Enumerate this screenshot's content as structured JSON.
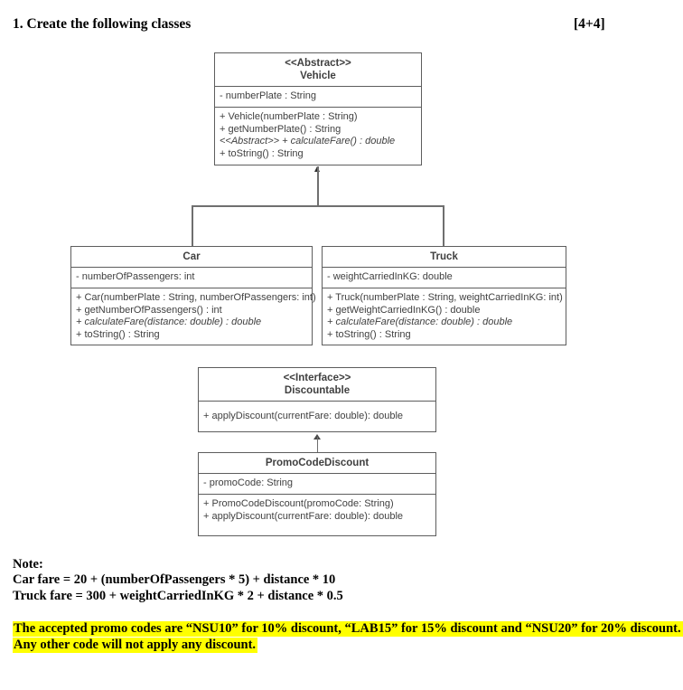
{
  "page": {
    "title": "1. Create the following classes",
    "marks": "[4+4]"
  },
  "diagram": {
    "vehicle": {
      "stereotype": "<<Abstract>>",
      "name": "Vehicle",
      "attributes": [
        "- numberPlate : String"
      ],
      "methods": [
        "+ Vehicle(numberPlate : String)",
        "+ getNumberPlate() : String",
        "<<Abstract>> + calculateFare() : double",
        "+ toString() : String"
      ]
    },
    "car": {
      "name": "Car",
      "attributes": [
        "- numberOfPassengers: int"
      ],
      "methods": [
        "+ Car(numberPlate : String, numberOfPassengers: int)",
        "+ getNumberOfPassengers() : int",
        "+ calculateFare(distance: double) : double",
        "+ toString() : String"
      ]
    },
    "truck": {
      "name": "Truck",
      "attributes": [
        "- weightCarriedInKG: double"
      ],
      "methods": [
        "+ Truck(numberPlate : String, weightCarriedInKG: int)",
        "+ getWeightCarriedInKG() : double",
        "+ calculateFare(distance: double) : double",
        "+ toString() : String"
      ]
    },
    "discountable": {
      "stereotype": "<<Interface>>",
      "name": "Discountable",
      "methods": [
        "+ applyDiscount(currentFare: double): double"
      ]
    },
    "promo": {
      "name": "PromoCodeDiscount",
      "attributes": [
        "- promoCode: String"
      ],
      "methods": [
        "+ PromoCodeDiscount(promoCode: String)",
        "+ applyDiscount(currentFare: double): double"
      ]
    }
  },
  "note": {
    "label": "Note:",
    "lines": [
      "Car fare = 20 + (numberOfPassengers * 5) + distance * 10",
      "Truck fare = 300 + weightCarriedInKG * 2 + distance * 0.5"
    ]
  },
  "highlight": {
    "color": "#ffff00",
    "lines": [
      "The accepted promo codes are “NSU10” for 10% discount, “LAB15” for 15% discount and “NSU20” for 20% discount.",
      "Any other code will not apply any discount."
    ]
  }
}
